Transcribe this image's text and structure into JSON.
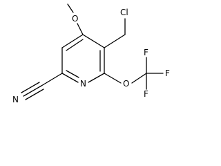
{
  "molecule": {
    "atoms": {
      "cl": "Cl",
      "o_methoxy": "O",
      "n_ring": "N",
      "n_nitrile": "N",
      "o_ether": "O",
      "f_top": "F",
      "f_right": "F",
      "f_bottom": "F"
    }
  }
}
